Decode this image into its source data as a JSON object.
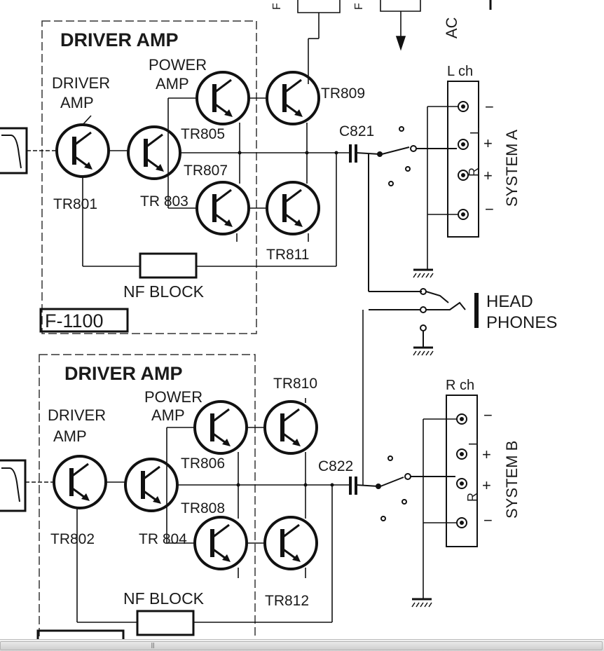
{
  "upper": {
    "block_title": "DRIVER AMP",
    "driver_amp": "DRIVER AMP",
    "power_amp": "POWER AMP",
    "tr801": "TR801",
    "tr803": "TR 803",
    "tr805": "TR805",
    "tr807": "TR807",
    "tr809": "TR809",
    "tr811": "TR811",
    "cap": "C821",
    "nf": "NF BLOCK",
    "model": "F-1100"
  },
  "lower": {
    "block_title": "DRIVER AMP",
    "driver_amp": "DRIVER AMP",
    "power_amp": "POWER AMP",
    "tr802": "TR802",
    "tr804": "TR 804",
    "tr806": "TR806",
    "tr808": "TR808",
    "tr810": "TR810",
    "tr812": "TR812",
    "cap": "C822",
    "nf": "NF BLOCK"
  },
  "system_a": {
    "channel": "L ch",
    "name": "SYSTEM A",
    "r": "R",
    "l": "L"
  },
  "system_b": {
    "channel": "R ch",
    "name": "SYSTEM B",
    "r": "R",
    "l": "L"
  },
  "headphones": {
    "line1": "HEAD",
    "line2": "PHONES"
  },
  "top_labels": {
    "ac": "AC"
  },
  "scrollbar": {
    "grip": "|||"
  }
}
